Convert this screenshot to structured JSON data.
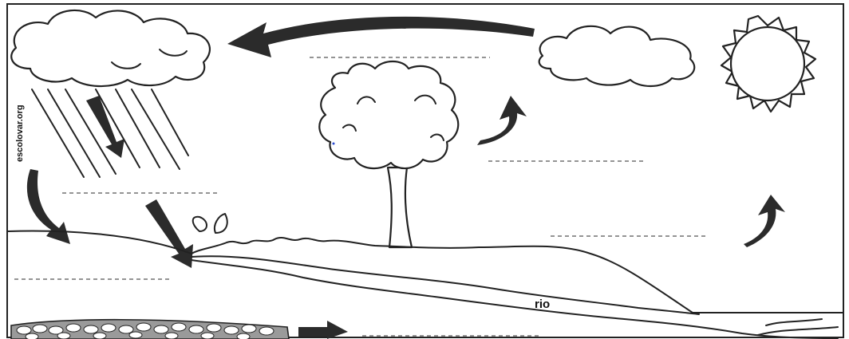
{
  "labels": {
    "watermark": "escolovar.org",
    "river": "rio"
  },
  "answer_blanks": [
    "blank-1",
    "blank-2",
    "blank-3",
    "blank-4",
    "blank-5",
    "blank-6"
  ],
  "colors": {
    "line": "#222222",
    "arrow": "#2b2b2b",
    "background": "#ffffff"
  }
}
